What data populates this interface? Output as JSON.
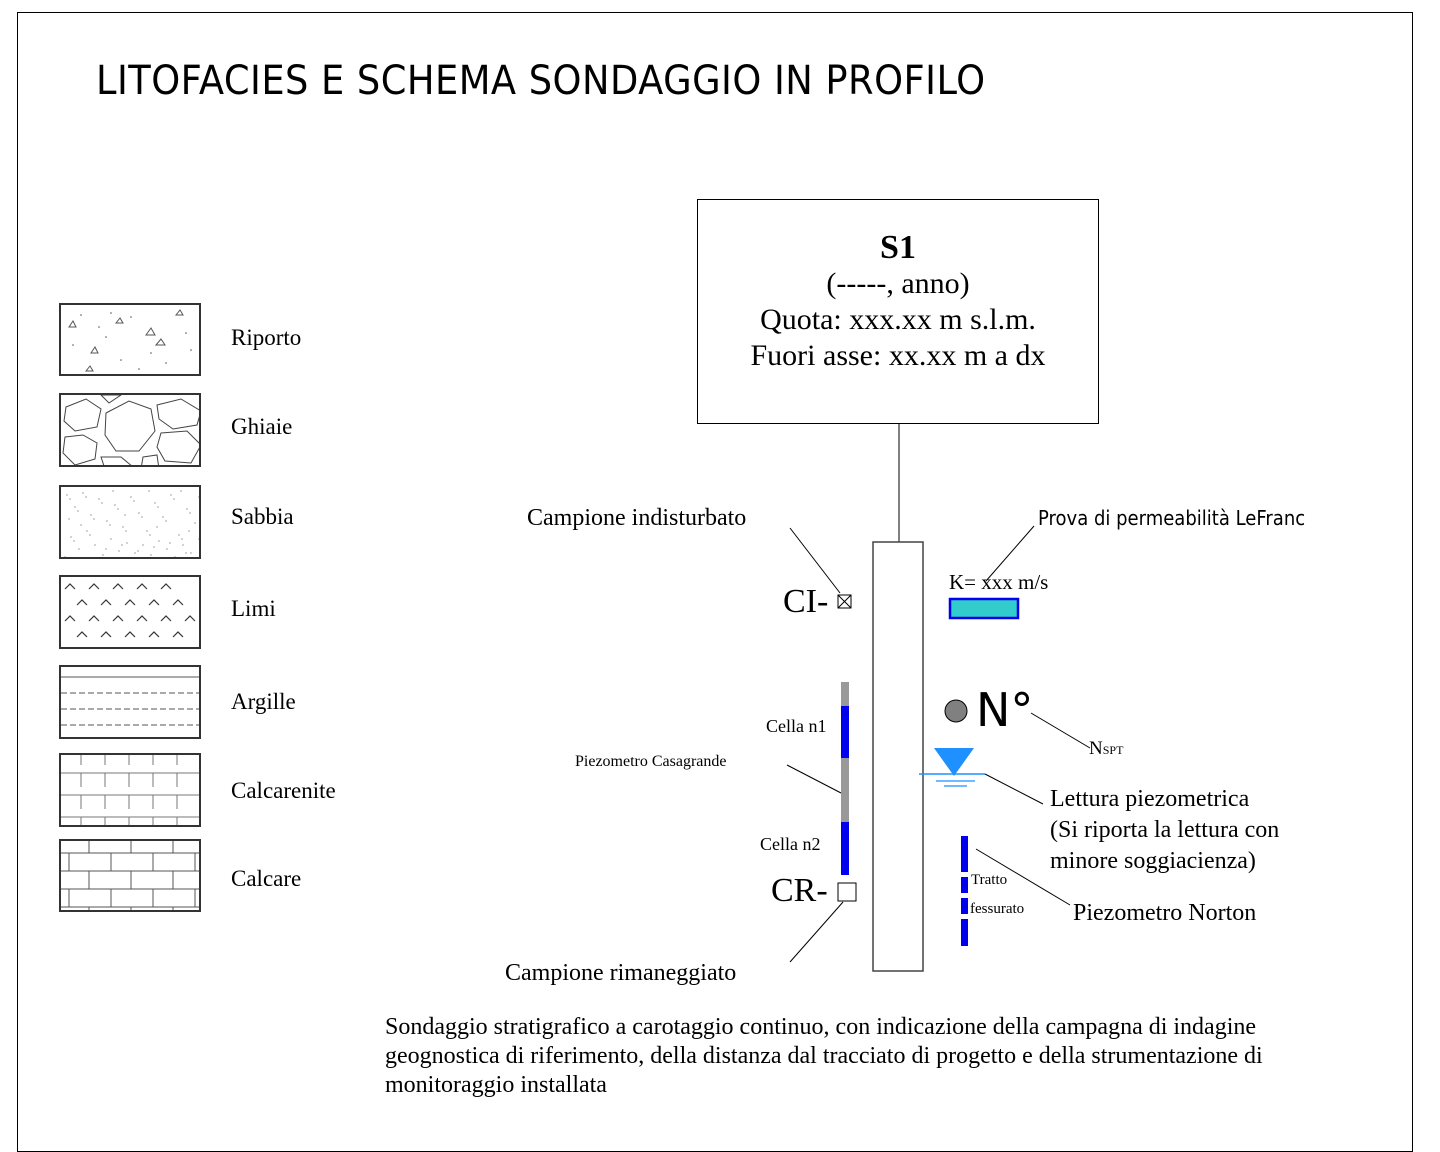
{
  "title": "LITOFACIES E SCHEMA SONDAGGIO IN PROFILO",
  "legend": [
    {
      "key": "riporto",
      "label": "Riporto"
    },
    {
      "key": "ghiaie",
      "label": "Ghiaie"
    },
    {
      "key": "sabbia",
      "label": "Sabbia"
    },
    {
      "key": "limi",
      "label": "Limi"
    },
    {
      "key": "argille",
      "label": "Argille"
    },
    {
      "key": "calcarenite",
      "label": "Calcarenite"
    },
    {
      "key": "calcare",
      "label": "Calcare"
    }
  ],
  "borehole": {
    "name": "S1",
    "campaign": "(-----, anno)",
    "elevation": "Quota: xxx.xx m s.l.m.",
    "offset": "Fuori asse: xx.xx m a dx"
  },
  "labels": {
    "undisturbed_sample": "Campione indisturbato",
    "undisturbed_code": "CI-",
    "remolded_sample": "Campione rimaneggiato",
    "remolded_code": "CR-",
    "permeability_test": "Prova di permeabilità  LeFranc",
    "k_value": "K= xxx m/s",
    "nspt_symbol": "N°",
    "nspt_label_main": "N",
    "nspt_label_sub": "SPT",
    "cell_1": "Cella n1",
    "cell_2": "Cella n2",
    "casagrande": "Piezometro  Casagrande",
    "piezo_reading_1": "Lettura piezometrica",
    "piezo_reading_2": "(Si riporta la lettura con",
    "piezo_reading_3": "minore soggiacienza)",
    "slotted_1": "Tratto",
    "slotted_2": "fessurato",
    "norton": "Piezometro Norton"
  },
  "caption": "Sondaggio stratigrafico a carotaggio continuo, con indicazione della campagna di indagine geognostica di riferimento, della distanza dal tracciato di progetto e della strumentazione di monitoraggio installata",
  "colors": {
    "instrument_blue": "#0000ee",
    "casagrande_grey": "#999999",
    "lefranc_fill": "#33cccc",
    "water_blue": "#1e90ff",
    "nspt_dot": "#808080"
  }
}
